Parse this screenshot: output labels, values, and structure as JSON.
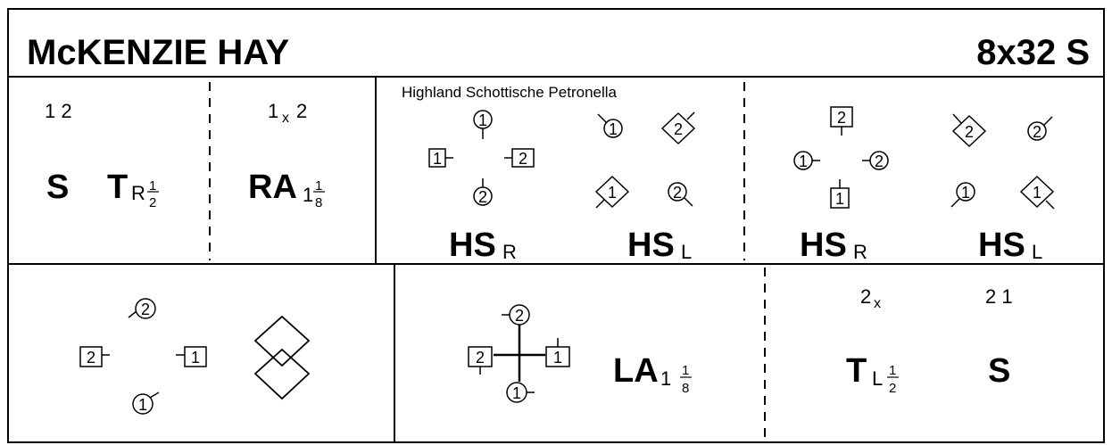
{
  "title": "McKENZIE HAY",
  "format": "8x32 S",
  "bar1": {
    "positions": "1 2",
    "set_label": "S",
    "turn_main": "T",
    "turn_hand": "R",
    "turn_num": "1",
    "turn_den": "2"
  },
  "bar2": {
    "positions_left": "1",
    "positions_x": "x",
    "positions_right": "2",
    "hands_main": "RA",
    "hands_whole": "1",
    "hands_num": "1",
    "hands_den": "8"
  },
  "bar3": {
    "figure_name": "Highland Schottische Petronella",
    "left_hand_label_main": "HS",
    "left_hand_label_sub": "R",
    "right_hand_label_main": "HS",
    "right_hand_label_sub": "L",
    "dancer_1": "1",
    "dancer_2": "2"
  },
  "bar4": {
    "left_label_main": "HS",
    "left_label_sub": "R",
    "right_label_main": "HS",
    "right_label_sub": "L",
    "dancer_1": "1",
    "dancer_2": "2"
  },
  "bar5": {
    "dancer_1": "1",
    "dancer_2": "2"
  },
  "bar6": {
    "hands_main": "LA",
    "hands_whole": "1",
    "hands_num": "1",
    "hands_den": "8",
    "dancer_1": "1",
    "dancer_2": "2"
  },
  "bar7": {
    "positions_left": "2",
    "positions_x": "x",
    "positions_right": "2 1",
    "turn_main": "T",
    "turn_hand": "L",
    "turn_num": "1",
    "turn_den": "2",
    "set_label": "S"
  }
}
